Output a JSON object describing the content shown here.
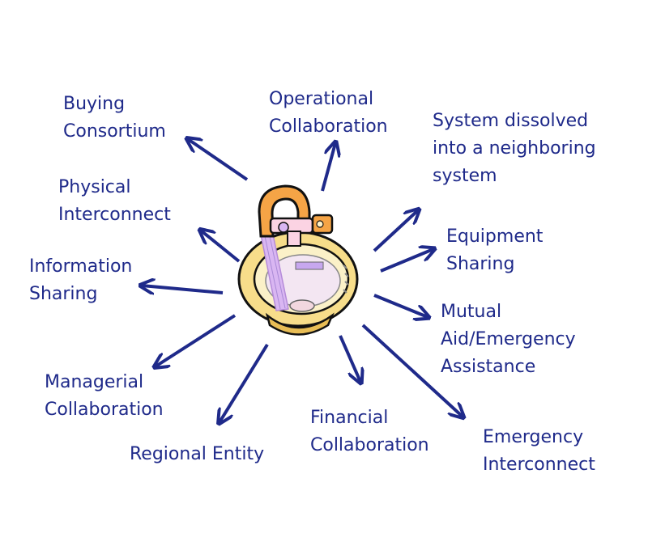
{
  "labels": {
    "buying_consortium": [
      "Buying",
      "Consortium"
    ],
    "operational_collaboration": [
      "Operational",
      "Collaboration"
    ],
    "system_dissolved": [
      "System dissolved",
      "into a neighboring",
      "system"
    ],
    "physical_interconnect": [
      "Physical",
      "Interconnect"
    ],
    "equipment_sharing": [
      "Equipment",
      "Sharing"
    ],
    "information_sharing": [
      "Information",
      "Sharing"
    ],
    "mutual_aid": [
      "Mutual",
      "Aid/Emergency",
      "Assistance"
    ],
    "managerial_collaboration": [
      "Managerial",
      "Collaboration"
    ],
    "financial_collaboration": [
      "Financial",
      "Collaboration"
    ],
    "emergency_interconnect": [
      "Emergency",
      "Interconnect"
    ],
    "regional_entity": [
      "Regional Entity"
    ]
  },
  "colors": {
    "text": "#1f2a8a",
    "arrow": "#1f2a8a",
    "faucet": "#f5a446",
    "basin": "#f7dd8a",
    "water": "#c9a7ea"
  },
  "icons": {
    "center": "sink-faucet-icon"
  }
}
